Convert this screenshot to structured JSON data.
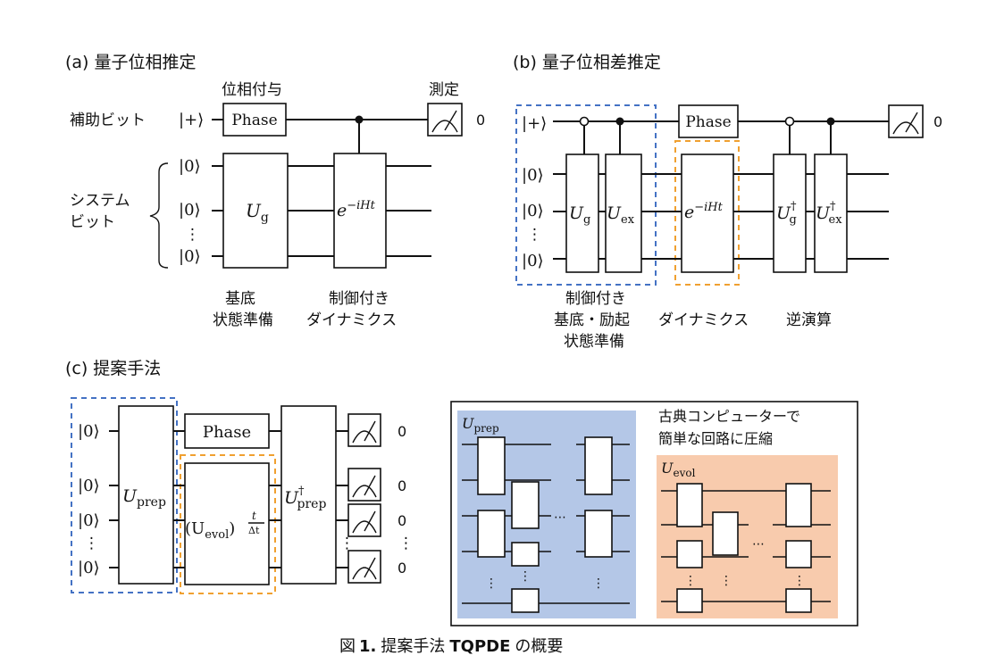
{
  "panel_a": {
    "title": "(a) 量子位相推定",
    "phase_kickback_label": "位相付与",
    "measure_label": "測定",
    "ancilla_label": "補助ビット",
    "ancilla_state": "|+⟩",
    "system_label_line1": "システム",
    "system_label_line2": "ビット",
    "qubit_state": "|0⟩",
    "vdots": "⋮",
    "phase_gate": "Phase",
    "ug_gate": "U",
    "ug_sub": "g",
    "evol_gate": "e",
    "evol_sup": "−iHt",
    "outcome": "0",
    "step1_line1": "基底",
    "step1_line2": "状態準備",
    "step2_line1": "制御付き",
    "step2_line2": "ダイナミクス"
  },
  "panel_b": {
    "title": "(b) 量子位相差推定",
    "ancilla_state": "|+⟩",
    "qubit_state": "|0⟩",
    "vdots": "⋮",
    "phase_gate": "Phase",
    "outcome": "0",
    "ug": "U",
    "ug_sub": "g",
    "uex": "U",
    "uex_sub": "ex",
    "dagger": "†",
    "evol_gate": "e",
    "evol_sup": "−iHt",
    "step1_line1": "制御付き",
    "step1_line2": "基底・励起",
    "step1_line3": "状態準備",
    "step2": "ダイナミクス",
    "step3": "逆演算"
  },
  "panel_c": {
    "title": "(c) 提案手法",
    "qubit_state": "|0⟩",
    "vdots": "⋮",
    "uprep": "U",
    "uprep_sub": "prep",
    "dagger": "†",
    "phase_gate": "Phase",
    "uevol_open": "(U",
    "uevol_sub": "evol",
    "uevol_close": ")",
    "exp_num": "t",
    "exp_den": "Δt",
    "outcome": "0"
  },
  "inset": {
    "uprep": "U",
    "uprep_sub": "prep",
    "uevol": "U",
    "uevol_sub": "evol",
    "note_line1": "古典コンピューターで",
    "note_line2": "簡単な回路に圧縮",
    "ellipsis": "⋯",
    "vdots": "⋮",
    "colors": {
      "blue_panel": "#b4c7e7",
      "orange_panel": "#f8cbad"
    }
  },
  "caption": {
    "prefix": "図",
    "number": "1.",
    "text": "提案手法",
    "bold": "TQPDE",
    "suffix": "の概要"
  },
  "colors": {
    "blue_dash": "#4472c4",
    "orange_dash": "#f0a030"
  }
}
